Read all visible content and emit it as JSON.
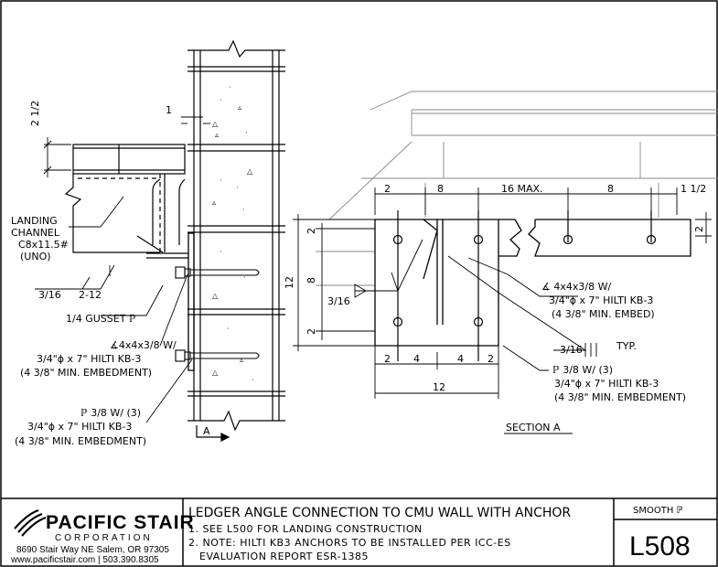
{
  "detail_left": {
    "dim_top": "1",
    "dim_left": "2 1/2",
    "landing_channel": [
      "LANDING",
      "CHANNEL",
      "C8x11.5#",
      "(UNO)"
    ],
    "weld_316": "3/16",
    "weld_212": "2-12",
    "gusset": "1/4 GUSSET ℙ",
    "angle_note": [
      "∡4x4x3/8 W/",
      "3/4\"ϕ x 7\" HILTI KB-3",
      "(4 3/8\" MIN. EMBEDMENT)"
    ],
    "plate_note": [
      "ℙ 3/8 W/ (3)",
      "3/4\"ϕ x 7\" HILTI KB-3",
      "(4 3/8\" MIN. EMBEDMENT)"
    ],
    "section_marker": "A"
  },
  "section_a": {
    "title": "SECTION A",
    "dims_top": [
      "2",
      "8",
      "16 MAX.",
      "8",
      "1 1/2"
    ],
    "dim_right": "2",
    "dims_left": [
      "2",
      "8",
      "2"
    ],
    "dim_left_total": "12",
    "dims_bottom": [
      "2",
      "4",
      "4",
      "2"
    ],
    "dim_bottom_total": "12",
    "weld_316": "3/16",
    "angle_note": [
      "∡ 4x4x3/8 W/",
      "3/4\"ϕ x 7\" HILTI KB-3",
      "(4 3/8\" MIN. EMBED)"
    ],
    "typ_weld": "3/16",
    "typ": "TYP.",
    "plate_note": [
      "ℙ 3/8 W/ (3)",
      "3/4\"ϕ x 7\" HILTI KB-3",
      "(4 3/8\" MIN. EMBEDMENT)"
    ]
  },
  "title_block": {
    "company": "PACIFIC STAIR",
    "company_sub": "CORPORATION",
    "address": "8690 Stair Way NE Salem, OR 97305",
    "contact": "www.pacificstair.com  |  503.390.8305",
    "title": "LEDGER ANGLE CONNECTION TO CMU WALL WITH ANCHOR",
    "notes": [
      "1. SEE L500 FOR LANDING CONSTRUCTION",
      "2. NOTE: HILTI KB3 ANCHORS TO BE INSTALLED PER ICC-ES",
      "   EVALUATION REPORT ESR-1385"
    ],
    "finish": "SMOOTH ℙ",
    "sheet": "L508"
  }
}
